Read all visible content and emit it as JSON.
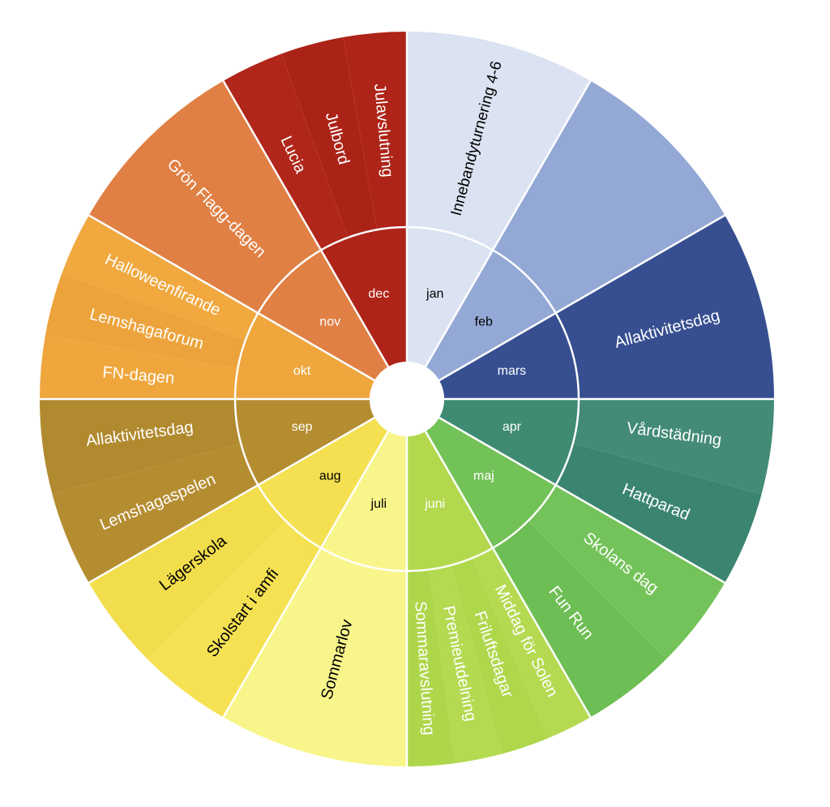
{
  "chart_data": {
    "type": "sunburst",
    "title": "",
    "months": [
      {
        "label": "jan",
        "color": "#dbe2f1",
        "text_color": "#000000",
        "events": [
          {
            "label": "Innebandyturnering 4-6",
            "color": "#dbe2f1",
            "text_color": "#000000"
          }
        ]
      },
      {
        "label": "feb",
        "color": "#94a8d6",
        "text_color": "#000000",
        "events": [
          {
            "label": "",
            "color": "#94a8d6",
            "text_color": "#000000"
          }
        ]
      },
      {
        "label": "mars",
        "color": "#374f91",
        "text_color": "#ffffff",
        "events": [
          {
            "label": "Allaktivitetsdag",
            "color": "#374f91",
            "text_color": "#ffffff"
          }
        ]
      },
      {
        "label": "apr",
        "color": "#3f8a73",
        "text_color": "#ffffff",
        "events": [
          {
            "label": "Vårdstädning",
            "color": "#438b76",
            "text_color": "#ffffff"
          },
          {
            "label": "Hattparad",
            "color": "#3b8570",
            "text_color": "#ffffff"
          }
        ]
      },
      {
        "label": "maj",
        "color": "#72c257",
        "text_color": "#ffffff",
        "events": [
          {
            "label": "Skolans dag",
            "color": "#74c35a",
            "text_color": "#ffffff"
          },
          {
            "label": "Fun Run",
            "color": "#6dbe54",
            "text_color": "#ffffff"
          }
        ]
      },
      {
        "label": "juni",
        "color": "#b2d94e",
        "text_color": "#ffffff",
        "events": [
          {
            "label": "Middag för Solen",
            "color": "#b4da52",
            "text_color": "#ffffff"
          },
          {
            "label": "Friluftsdagar",
            "color": "#afd74c",
            "text_color": "#ffffff"
          },
          {
            "label": "Premieutdelning",
            "color": "#b3da50",
            "text_color": "#ffffff"
          },
          {
            "label": "Sommaravslutning",
            "color": "#aed64a",
            "text_color": "#ffffff"
          }
        ]
      },
      {
        "label": "juli",
        "color": "#f8f58b",
        "text_color": "#000000",
        "events": [
          {
            "label": "Sommarlov",
            "color": "#f8f58b",
            "text_color": "#000000"
          }
        ]
      },
      {
        "label": "aug",
        "color": "#f4e050",
        "text_color": "#000000",
        "events": [
          {
            "label": "Skolstart i amfi",
            "color": "#f5e152",
            "text_color": "#000000"
          },
          {
            "label": "Lägerskola",
            "color": "#f2dd4c",
            "text_color": "#000000"
          }
        ]
      },
      {
        "label": "sep",
        "color": "#b58d31",
        "text_color": "#ffffff",
        "events": [
          {
            "label": "Lemshagaspelen",
            "color": "#b58d31",
            "text_color": "#ffffff"
          },
          {
            "label": "Allaktivitetsdag",
            "color": "#b18a2f",
            "text_color": "#ffffff"
          }
        ]
      },
      {
        "label": "okt",
        "color": "#efa63d",
        "text_color": "#ffffff",
        "events": [
          {
            "label": "FN-dagen",
            "color": "#efa63d",
            "text_color": "#ffffff"
          },
          {
            "label": "Lemshagaforum",
            "color": "#eda33b",
            "text_color": "#ffffff"
          },
          {
            "label": "Halloweenfirande",
            "color": "#f0a83f",
            "text_color": "#ffffff"
          }
        ]
      },
      {
        "label": "nov",
        "color": "#e08044",
        "text_color": "#ffffff",
        "events": [
          {
            "label": "Grön Flagg-dagen",
            "color": "#e08044",
            "text_color": "#ffffff"
          }
        ]
      },
      {
        "label": "dec",
        "color": "#ae2418",
        "text_color": "#ffffff",
        "events": [
          {
            "label": "Lucia",
            "color": "#b0261a",
            "text_color": "#ffffff"
          },
          {
            "label": "Julbord",
            "color": "#ab2317",
            "text_color": "#ffffff"
          },
          {
            "label": "Julavslutning",
            "color": "#ae2418",
            "text_color": "#ffffff"
          }
        ]
      }
    ]
  }
}
